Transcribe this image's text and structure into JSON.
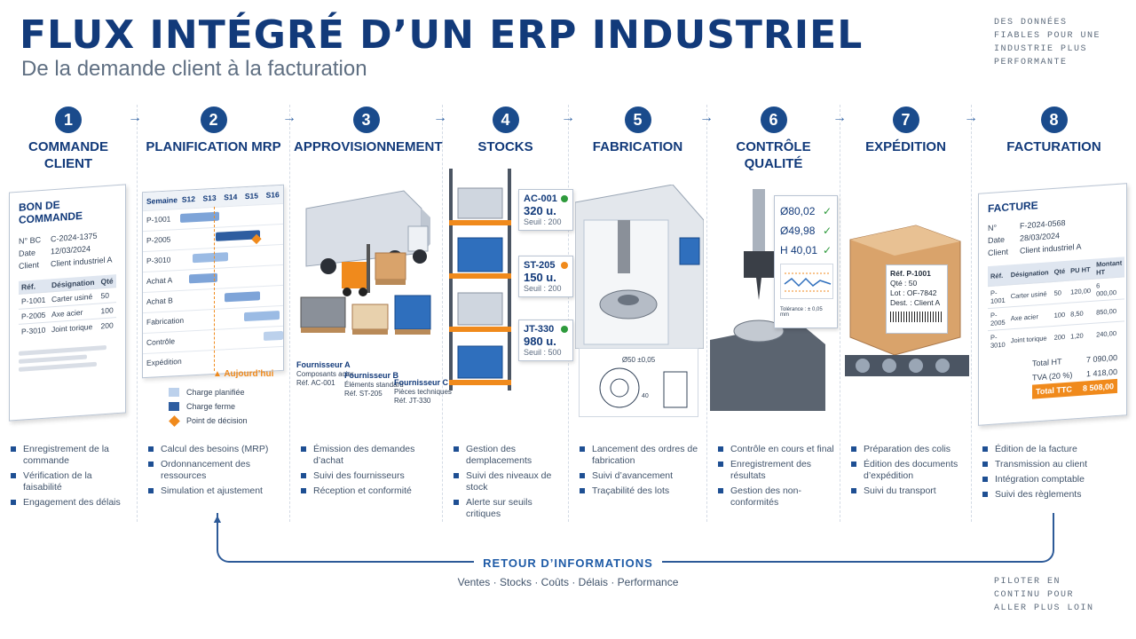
{
  "header": {
    "title": "FLUX INTÉGRÉ D’UN ERP INDUSTRIEL",
    "subtitle": "De la demande client à la facturation",
    "tagline_top": "DES DONNÉES FIABLES POUR UNE INDUSTRIE PLUS PERFORMANTE",
    "tagline_bottom": "PILOTER EN CONTINU POUR ALLER PLUS LOIN"
  },
  "steps": [
    {
      "num": "1",
      "name": "COMMANDE CLIENT",
      "bullets": [
        "Enregistrement de la commande",
        "Vérification de la faisabilité",
        "Engagement des délais"
      ]
    },
    {
      "num": "2",
      "name": "PLANIFICATION MRP",
      "bullets": [
        "Calcul des besoins (MRP)",
        "Ordonnancement des ressources",
        "Simulation et ajustement"
      ]
    },
    {
      "num": "3",
      "name": "APPROVISIONNEMENT",
      "bullets": [
        "Émission des demandes d’achat",
        "Suivi des fournisseurs",
        "Réception et conformité"
      ]
    },
    {
      "num": "4",
      "name": "STOCKS",
      "bullets": [
        "Gestion des demplacements",
        "Suivi des niveaux de stock",
        "Alerte sur seuils critiques"
      ]
    },
    {
      "num": "5",
      "name": "FABRICATION",
      "bullets": [
        "Lancement des ordres de fabrication",
        "Suivi d’avancement",
        "Traçabilité des lots"
      ]
    },
    {
      "num": "6",
      "name": "CONTRÔLE QUALITÉ",
      "bullets": [
        "Contrôle en cours et final",
        "Enregistrement des résultats",
        "Gestion des non-conformités"
      ]
    },
    {
      "num": "7",
      "name": "EXPÉDITION",
      "bullets": [
        "Préparation des colis",
        "Édition des documents d’expédition",
        "Suivi du transport"
      ]
    },
    {
      "num": "8",
      "name": "FACTURATION",
      "bullets": [
        "Édition de la facture",
        "Transmission au client",
        "Intégration comptable",
        "Suivi des règlements"
      ]
    }
  ],
  "order": {
    "title": "BON DE COMMANDE",
    "fields": [
      {
        "k": "N° BC",
        "v": "C-2024-1375"
      },
      {
        "k": "Date",
        "v": "12/03/2024"
      },
      {
        "k": "Client",
        "v": "Client industriel A"
      }
    ],
    "headers": [
      "Réf.",
      "Désignation",
      "Qté"
    ],
    "rows": [
      [
        "P-1001",
        "Carter usiné",
        "50"
      ],
      [
        "P-2005",
        "Axe acier",
        "100"
      ],
      [
        "P-3010",
        "Joint torique",
        "200"
      ]
    ]
  },
  "gantt": {
    "corner": "Semaine",
    "weeks": [
      "S12",
      "S13",
      "S14",
      "S15",
      "S16"
    ],
    "rows": [
      "P-1001",
      "P-2005",
      "P-3010",
      "Achat A",
      "Achat B",
      "Fabrication",
      "Contrôle",
      "Expédition"
    ],
    "today": "Aujourd’hui",
    "legend": [
      "Charge planifiée",
      "Charge ferme",
      "Point de décision"
    ]
  },
  "suppliers": [
    {
      "name": "Fournisseur A",
      "desc": "Composants acier",
      "ref": "Réf. AC-001"
    },
    {
      "name": "Fournisseur B",
      "desc": "Éléments standard",
      "ref": "Réf. ST-205"
    },
    {
      "name": "Fournisseur C",
      "desc": "Pièces techniques",
      "ref": "Réf. JT-330"
    }
  ],
  "stock_tags": [
    {
      "code": "AC-001",
      "qty": "320 u.",
      "seuil": "Seuil : 200",
      "status": "#2e9a3c"
    },
    {
      "code": "ST-205",
      "qty": "150 u.",
      "seuil": "Seuil : 200",
      "status": "#f08a1c"
    },
    {
      "code": "JT-330",
      "qty": "980 u.",
      "seuil": "Seuil : 500",
      "status": "#2e9a3c"
    }
  ],
  "fabrication": {
    "dim": "Ø50 ±0,05",
    "dim2": "40"
  },
  "quality": {
    "measures": [
      "Ø80,02",
      "Ø49,98",
      "H 40,01"
    ],
    "check": "✓",
    "tolerance": "Tolérance : ± 0,05 mm"
  },
  "shipping": {
    "label": [
      "Réf. P-1001",
      "Qté : 50",
      "Lot : OF-7842",
      "Dest. : Client A"
    ]
  },
  "invoice": {
    "title": "FACTURE",
    "fields": [
      {
        "k": "N°",
        "v": "F-2024-0568"
      },
      {
        "k": "Date",
        "v": "28/03/2024"
      },
      {
        "k": "Client",
        "v": "Client industriel A"
      }
    ],
    "headers": [
      "Réf.",
      "Désignation",
      "Qté",
      "PU HT",
      "Montant HT"
    ],
    "rows": [
      [
        "P-1001",
        "Carter usiné",
        "50",
        "120,00",
        "6 000,00"
      ],
      [
        "P-2005",
        "Axe acier",
        "100",
        "8,50",
        "850,00"
      ],
      [
        "P-3010",
        "Joint torique",
        "200",
        "1,20",
        "240,00"
      ]
    ],
    "totals": [
      {
        "k": "Total HT",
        "v": "7 090,00"
      },
      {
        "k": "TVA (20 %)",
        "v": "1 418,00"
      },
      {
        "k": "Total TTC",
        "v": "8 508,00"
      }
    ]
  },
  "feedback": {
    "title": "RETOUR D’INFORMATIONS",
    "items": "Ventes  ·  Stocks  ·  Coûts  ·  Délais  ·  Performance"
  },
  "colors": {
    "primary": "#123a7a",
    "accent": "#f08a1c",
    "ok": "#2e9a3c"
  }
}
